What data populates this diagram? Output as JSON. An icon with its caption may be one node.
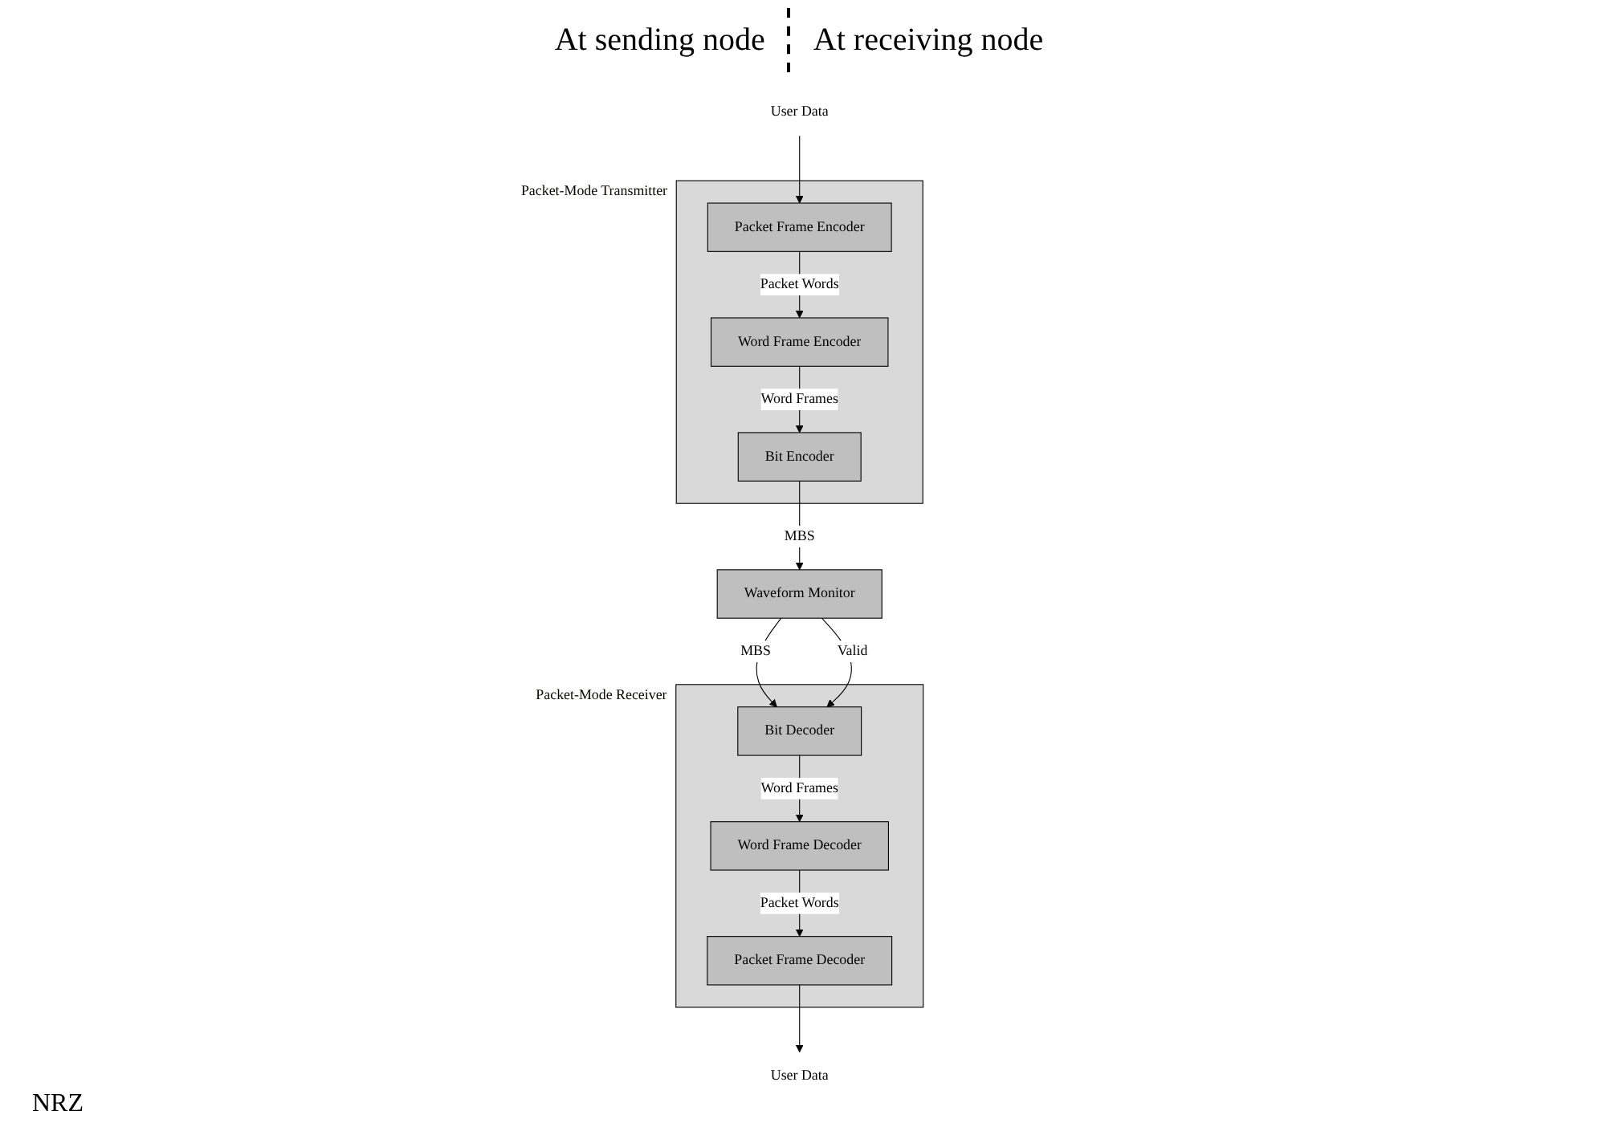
{
  "diagram": {
    "nodes": [
      {
        "text": [
          "User Data"
        ]
      },
      {
        "text": [
          "Packet-Mode Transmitter"
        ]
      },
      {
        "text": [
          "Packet Frame Encoder"
        ],
        "in": 1
      },
      {
        "text": [
          "Word Frame Encoder"
        ],
        "in": 1
      },
      {
        "text": [
          "Bit Encoder"
        ],
        "in": 1
      },
      {
        "text": [
          "User Data"
        ]
      },
      {
        "text": [
          "Packet-Mode Receiver"
        ]
      },
      {
        "text": [
          "Packet Frame Decoder"
        ],
        "in": 6
      },
      {
        "text": [
          "Word Frame Decoder"
        ],
        "in": 6
      },
      {
        "text": [
          "Bit Decoder"
        ],
        "in": 6
      },
      {
        "text": [
          "Waveform Monitor"
        ]
      }
    ],
    "edges": [
      {
        "from": 0,
        "to": 2,
        "arrow": "to"
      },
      {
        "from": 2,
        "to": 3,
        "label": "Packet Words",
        "arrow": "to"
      },
      {
        "from": 3,
        "to": 4,
        "label": "Word Frames",
        "arrow": "to"
      },
      {
        "from": 4,
        "to": 10,
        "label": "MBS",
        "arrow": "to"
      },
      {
        "from": 10,
        "to": 9,
        "label": "MBS",
        "arrow": "to"
      },
      {
        "from": 10,
        "to": 9,
        "label": "Valid",
        "arrow": "to"
      },
      {
        "from": 9,
        "to": 8,
        "label": "Word Frames",
        "arrow": "to"
      },
      {
        "from": 8,
        "to": 7,
        "label": "Packet Words",
        "arrow": "to"
      },
      {
        "from": 7,
        "to": 5,
        "arrow": "to"
      }
    ],
    "labels": [
      "At sending node",
      "At receiving node",
      "NRZ"
    ]
  }
}
